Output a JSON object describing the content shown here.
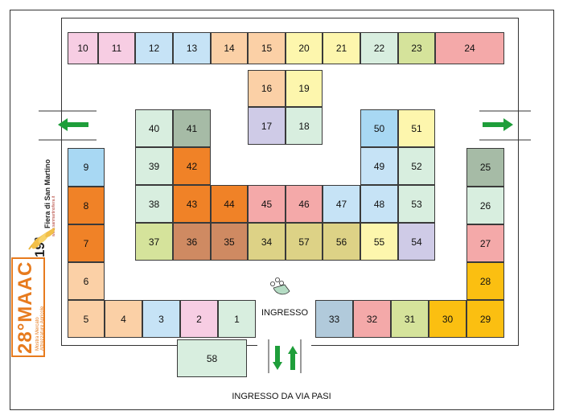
{
  "entrance_label": "INGRESSO",
  "street_entrance_label": "INGRESSO DA VIA PASI",
  "logo": {
    "fair_number": "19ª",
    "fair_name": "Fiera di San Martino",
    "fair_url": "www.sanmartinofiera.it",
    "event_wordmark": "28°MAAC",
    "event_tagline_1": "Mostra Mercato",
    "event_tagline_2": "Attrezzature Agricole"
  },
  "colors": {
    "pink": "#f7cde3",
    "blue": "#c6e3f6",
    "peach": "#fbd0a6",
    "yellow": "#fdf6ad",
    "mint": "#d8eedf",
    "lime": "#d5e39b",
    "salmon": "#f4a9a9",
    "lavender": "#cfcbe7",
    "sky": "#a8d8f3",
    "gray_green": "#a6bba6",
    "orange": "#f08227",
    "brown": "#cf8a62",
    "olive": "#ddd286",
    "steel": "#b1cadb",
    "gold": "#fbbf11",
    "arrow_green": "#1e9e3a"
  },
  "booths": [
    {
      "n": "10",
      "c": "pink"
    },
    {
      "n": "11",
      "c": "pink"
    },
    {
      "n": "12",
      "c": "blue"
    },
    {
      "n": "13",
      "c": "blue"
    },
    {
      "n": "14",
      "c": "peach"
    },
    {
      "n": "15",
      "c": "peach"
    },
    {
      "n": "20",
      "c": "yellow"
    },
    {
      "n": "21",
      "c": "yellow"
    },
    {
      "n": "22",
      "c": "mint"
    },
    {
      "n": "23",
      "c": "lime"
    },
    {
      "n": "24",
      "c": "salmon"
    },
    {
      "n": "16",
      "c": "peach"
    },
    {
      "n": "19",
      "c": "yellow"
    },
    {
      "n": "17",
      "c": "lavender"
    },
    {
      "n": "18",
      "c": "mint"
    },
    {
      "n": "40",
      "c": "mint"
    },
    {
      "n": "41",
      "c": "gray_green"
    },
    {
      "n": "39",
      "c": "mint"
    },
    {
      "n": "42",
      "c": "orange"
    },
    {
      "n": "38",
      "c": "mint"
    },
    {
      "n": "43",
      "c": "orange"
    },
    {
      "n": "44",
      "c": "orange"
    },
    {
      "n": "45",
      "c": "salmon"
    },
    {
      "n": "46",
      "c": "salmon"
    },
    {
      "n": "47",
      "c": "blue"
    },
    {
      "n": "48",
      "c": "blue"
    },
    {
      "n": "53",
      "c": "mint"
    },
    {
      "n": "37",
      "c": "lime"
    },
    {
      "n": "36",
      "c": "brown"
    },
    {
      "n": "35",
      "c": "brown"
    },
    {
      "n": "34",
      "c": "olive"
    },
    {
      "n": "57",
      "c": "olive"
    },
    {
      "n": "56",
      "c": "olive"
    },
    {
      "n": "55",
      "c": "yellow"
    },
    {
      "n": "54",
      "c": "lavender"
    },
    {
      "n": "50",
      "c": "sky"
    },
    {
      "n": "51",
      "c": "yellow"
    },
    {
      "n": "49",
      "c": "blue"
    },
    {
      "n": "52",
      "c": "mint"
    },
    {
      "n": "9",
      "c": "sky"
    },
    {
      "n": "8",
      "c": "orange"
    },
    {
      "n": "7",
      "c": "orange"
    },
    {
      "n": "6",
      "c": "peach"
    },
    {
      "n": "5",
      "c": "peach"
    },
    {
      "n": "4",
      "c": "peach"
    },
    {
      "n": "3",
      "c": "blue"
    },
    {
      "n": "2",
      "c": "pink"
    },
    {
      "n": "1",
      "c": "mint"
    },
    {
      "n": "33",
      "c": "steel"
    },
    {
      "n": "32",
      "c": "salmon"
    },
    {
      "n": "31",
      "c": "lime"
    },
    {
      "n": "30",
      "c": "gold"
    },
    {
      "n": "29",
      "c": "gold"
    },
    {
      "n": "25",
      "c": "gray_green"
    },
    {
      "n": "26",
      "c": "mint"
    },
    {
      "n": "27",
      "c": "salmon"
    },
    {
      "n": "28",
      "c": "gold"
    },
    {
      "n": "58",
      "c": "mint"
    }
  ]
}
